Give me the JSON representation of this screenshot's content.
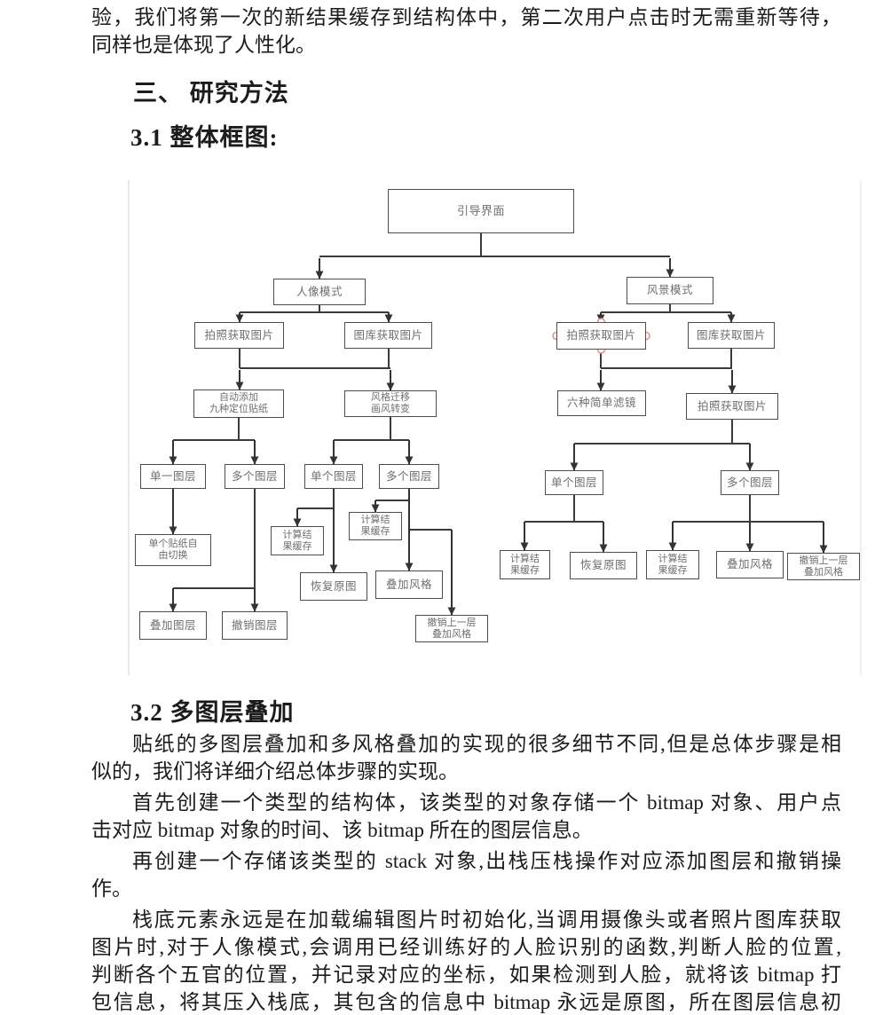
{
  "document": {
    "paragraph_continued": [
      "验，我们将第一次的新结果缓存到结构体中，第二次用户点击时无需重新等待，",
      "同样也是体现了人性化。"
    ],
    "heading_section3": "三、 研究方法",
    "heading_3_1": "3.1 整体框图:",
    "heading_3_2": "3.2 多图层叠加",
    "para_overview": [
      "贴纸的多图层叠加和多风格叠加的实现的很多细节不同,但是总体步骤是相",
      "似的，我们将详细介绍总体步骤的实现。"
    ],
    "para_struct": [
      "首先创建一个类型的结构体，该类型的对象存储一个 bitmap 对象、用户点",
      "击对应 bitmap 对象的时间、该 bitmap 所在的图层信息。"
    ],
    "para_stack": [
      "再创建一个存储该类型的 stack 对象,出栈压栈操作对应添加图层和撤销操",
      "作。"
    ],
    "para_bottom": [
      "栈底元素永远是在加载编辑图片时初始化,当调用摄像头或者照片图库获取",
      "图片时,对于人像模式,会调用已经训练好的人脸识别的函数,判断人脸的位置,",
      "判断各个五官的位置，并记录对应的坐标，如果检测到人脸，就将该 bitmap 打",
      "包信息，将其压入栈底，其包含的信息中 bitmap 永远是原图，所在图层信息初"
    ]
  },
  "diagram": {
    "nodes": {
      "guide": "引导界面",
      "portrait_mode": "人像模式",
      "landscape_mode": "风景模式",
      "p_photo": "拍照获取图片",
      "p_gallery": "图库获取图片",
      "l_photo": "拍照获取图片",
      "l_gallery": "图库获取图片",
      "p_sticker": [
        "自动添加",
        "九种定位贴纸"
      ],
      "p_style": [
        "风格迁移",
        "画风转变"
      ],
      "l_filters": "六种简单滤镜",
      "l_photo2": "拍照获取图片",
      "s_single": "单一图层",
      "s_multi": "多个图层",
      "st_single": "单个图层",
      "st_multi": "多个图层",
      "f_single": "单个图层",
      "f_multi": "多个图层",
      "s_switch": [
        "单个贴纸自",
        "由切换"
      ],
      "st_s_cache": [
        "计算结",
        "果缓存"
      ],
      "st_m_cache": [
        "计算结",
        "果缓存"
      ],
      "st_s_restore": "恢复原图",
      "st_m_style": "叠加风格",
      "s_add": "叠加图层",
      "s_undo": "撤销图层",
      "st_m_undo": [
        "撤销上一层",
        "叠加风格"
      ],
      "f_s_cache": [
        "计算结",
        "果缓存"
      ],
      "f_s_restore": "恢复原图",
      "f_m_cache": [
        "计算结",
        "果缓存"
      ],
      "f_m_style": "叠加风格",
      "f_m_undo": [
        "撤销上一层",
        "叠加风格"
      ]
    },
    "colors": {
      "box_border": "#4d4d4d",
      "box_text": "#6f6f6f",
      "connector": "#3b3b3b",
      "selection_handle": "#df8f8f"
    }
  }
}
